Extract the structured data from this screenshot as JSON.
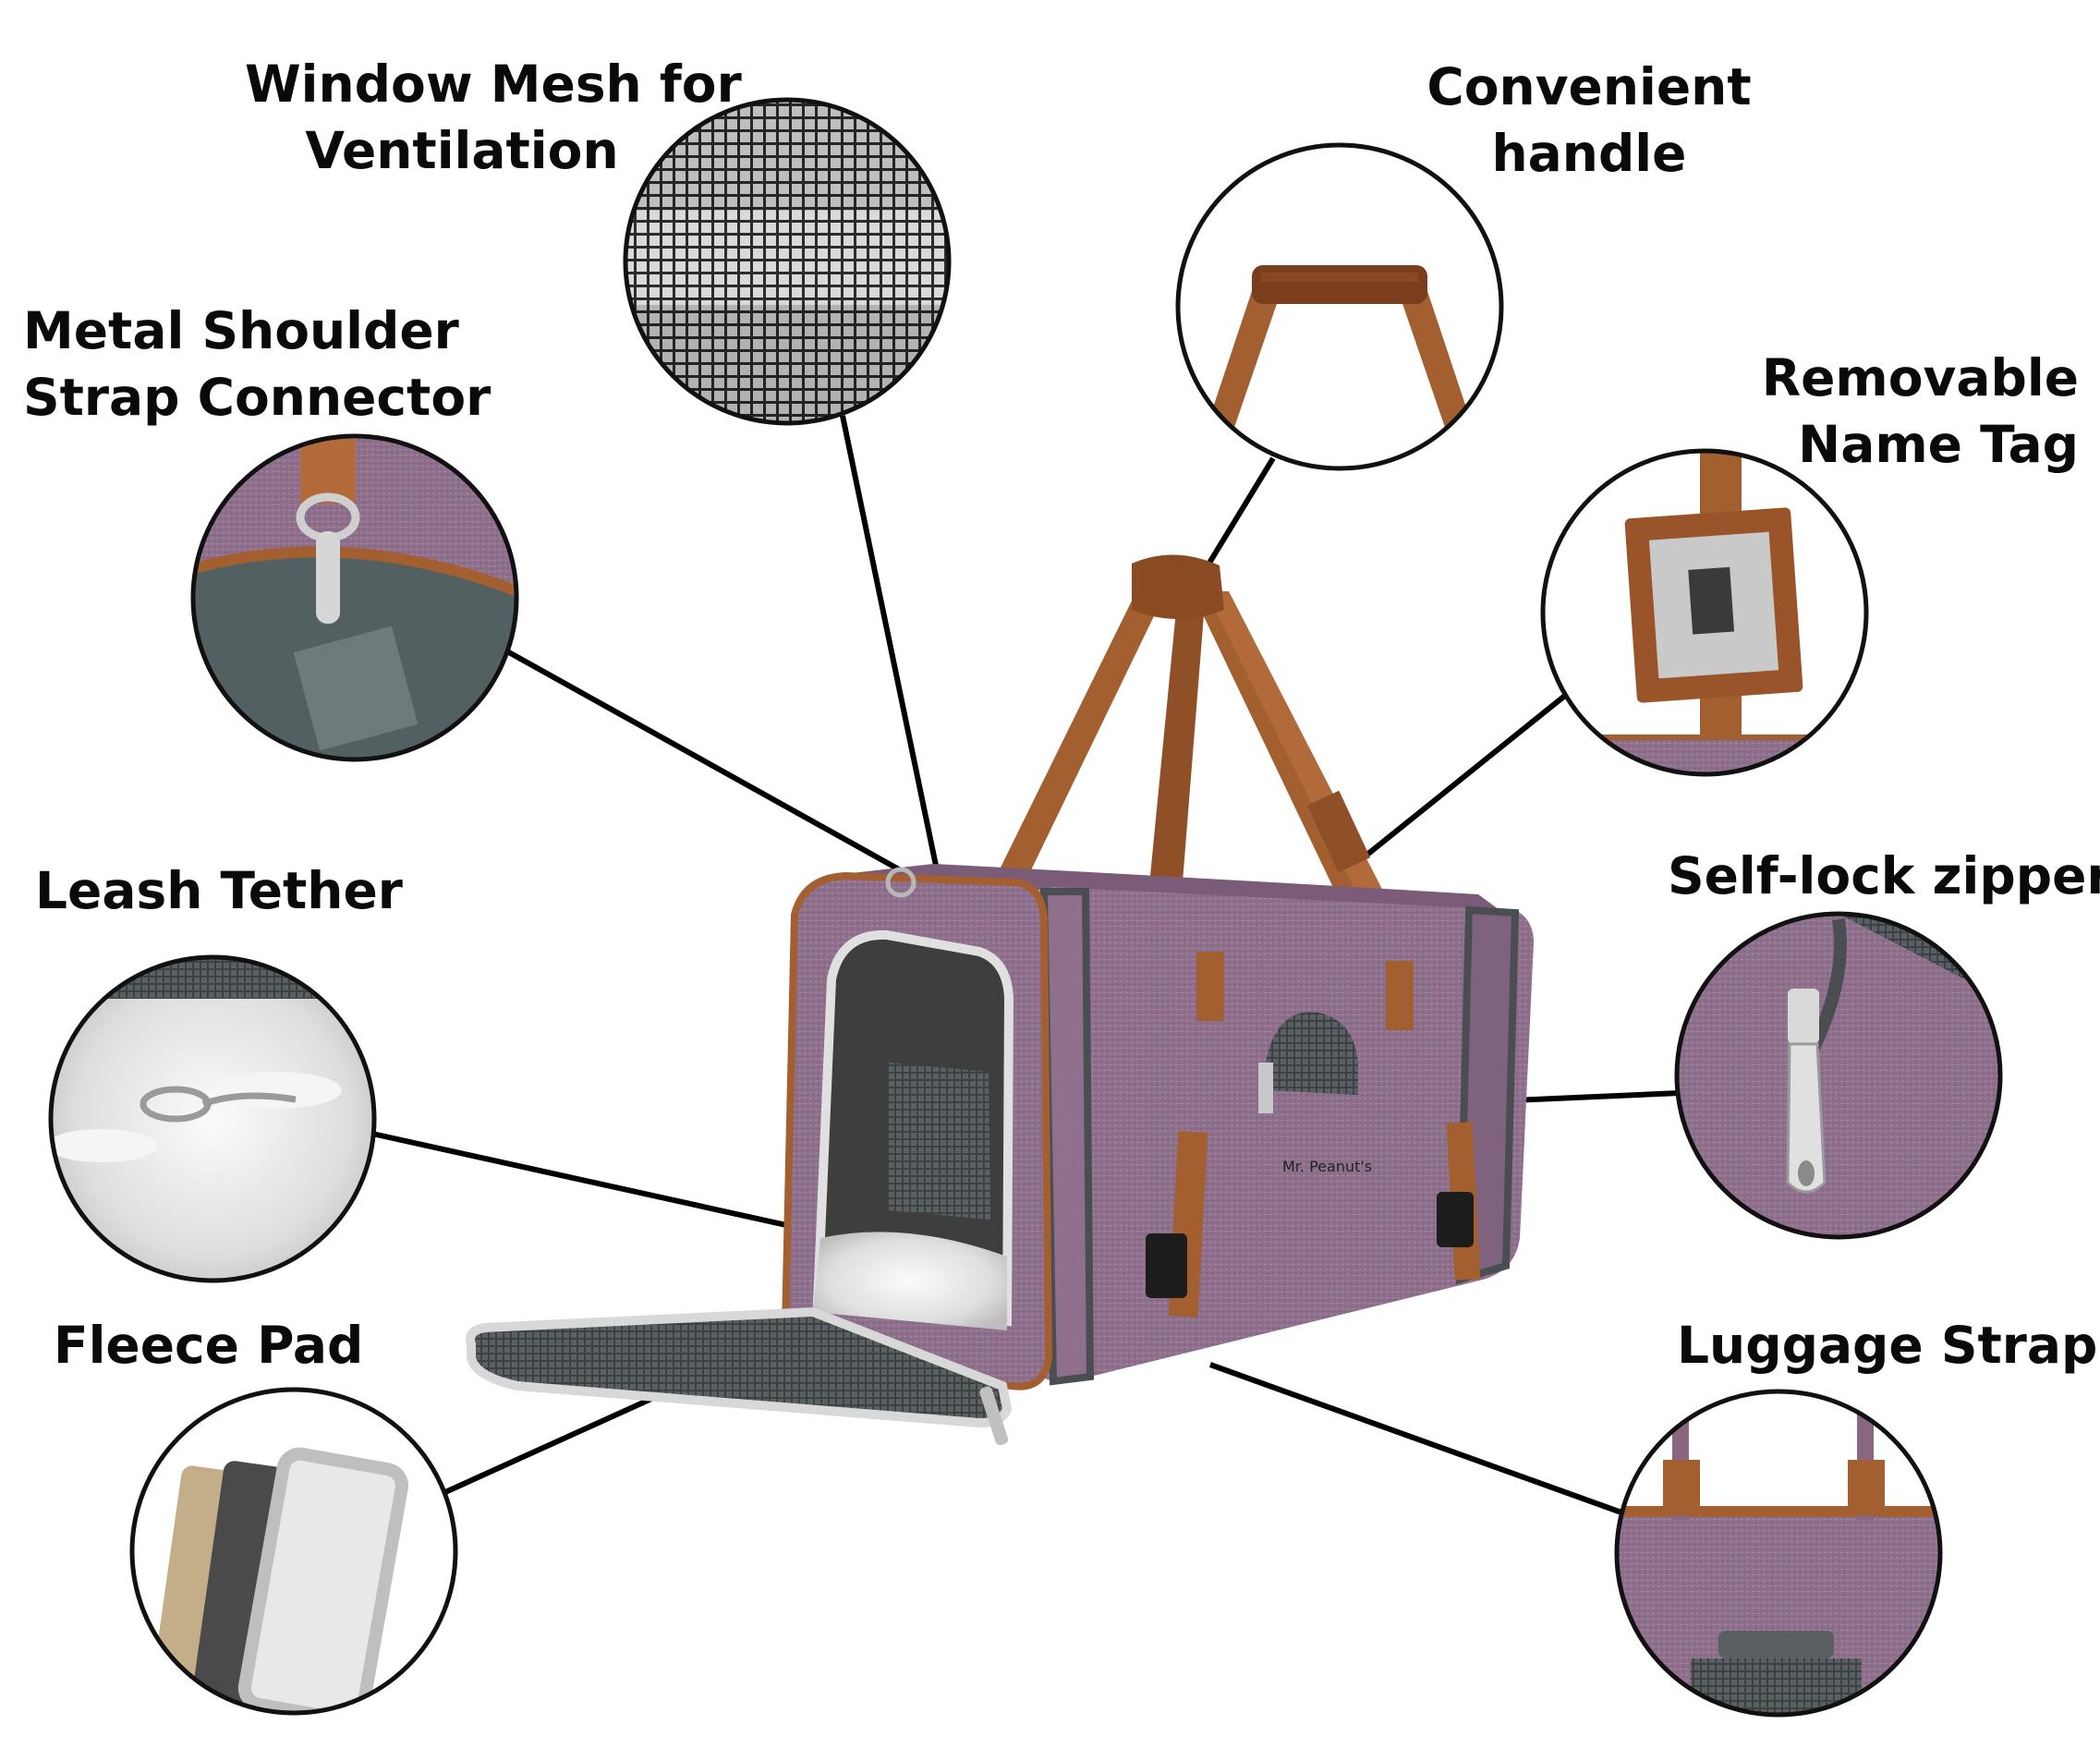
{
  "colors": {
    "bag_fabric": "#8e6f8c",
    "leather_trim": "#a45f31",
    "mesh_gray": "#4e5356",
    "fleece": "#eeeeee",
    "callout_line": "#000000"
  },
  "callouts": {
    "window_mesh": {
      "line1": "Window Mesh for",
      "line2": "Ventilation"
    },
    "handle": {
      "line1": "Convenient",
      "line2": "handle"
    },
    "shoulder_connector": {
      "line1": "Metal Shoulder",
      "line2": "Strap Connector"
    },
    "name_tag": {
      "line1": "Removable",
      "line2": "Name Tag"
    },
    "leash_tether": {
      "line1": "Leash Tether"
    },
    "zipper": {
      "line1": "Self-lock zipper"
    },
    "fleece_pad": {
      "line1": "Fleece Pad"
    },
    "luggage_strap": {
      "line1": "Luggage Strap"
    }
  },
  "product": {
    "brand_mark": "Mr. Peanut's"
  }
}
